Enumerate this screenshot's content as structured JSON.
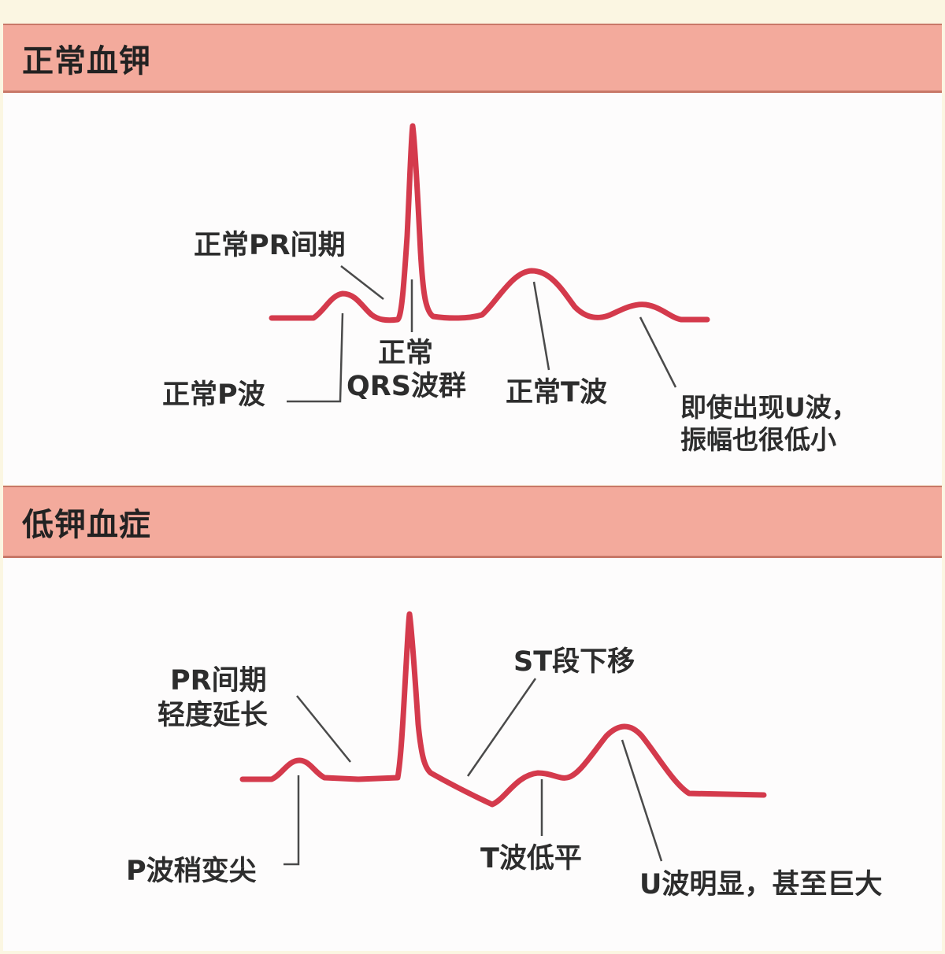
{
  "sections": [
    {
      "title": "正常血钾",
      "labels": {
        "pr": "正常PR间期",
        "qrs_line1": "正常",
        "qrs_line2": "QRS波群",
        "p": "正常P波",
        "t": "正常T波",
        "u_line1": "即使出现U波，",
        "u_line2": "振幅也很低小"
      }
    },
    {
      "title": "低钾血症",
      "labels": {
        "pr_line1": "PR间期",
        "pr_line2": "轻度延长",
        "st": "ST段下移",
        "p": "P波稍变尖",
        "t": "T波低平",
        "u": "U波明显，甚至巨大"
      }
    }
  ],
  "colors": {
    "header_bg": "#f3aa9c",
    "trace": "#d43a4c",
    "page_bg": "#fbf6e2"
  }
}
